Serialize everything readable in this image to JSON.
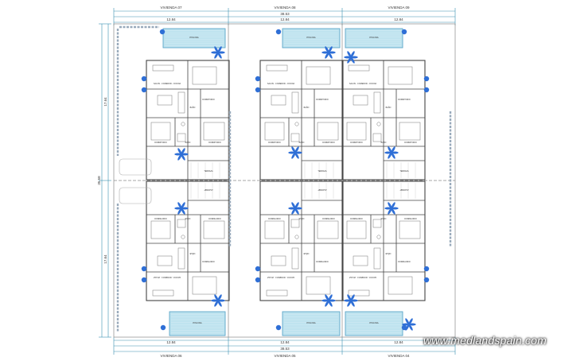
{
  "plan": {
    "top_units": [
      "VIVIENDA 07",
      "VIVIENDA 08",
      "VIVIENDA 09"
    ],
    "bottom_units": [
      "VIVIENDA 06",
      "VIVIENDA 05",
      "VIVIENDA 04"
    ],
    "unit_width": "12.84",
    "total_width": "38.53",
    "total_depth": "35.58",
    "half_depth": "17.64",
    "pool_label": "PISCINA",
    "room_labels": {
      "living": "SALON - COMEDOR - COCINA",
      "bedroom": "DORMITORIO",
      "bath": "BAÑO",
      "terrace": "TERRAZA"
    }
  },
  "watermark": "www.medlandspain.com",
  "colors": {
    "line": "#9a9a9a",
    "wall": "#444444",
    "pool": "#bfe3ef",
    "pool_edge": "#5aa6c8",
    "plant": "#2f6fd6",
    "dim": "#3a8fb0"
  }
}
